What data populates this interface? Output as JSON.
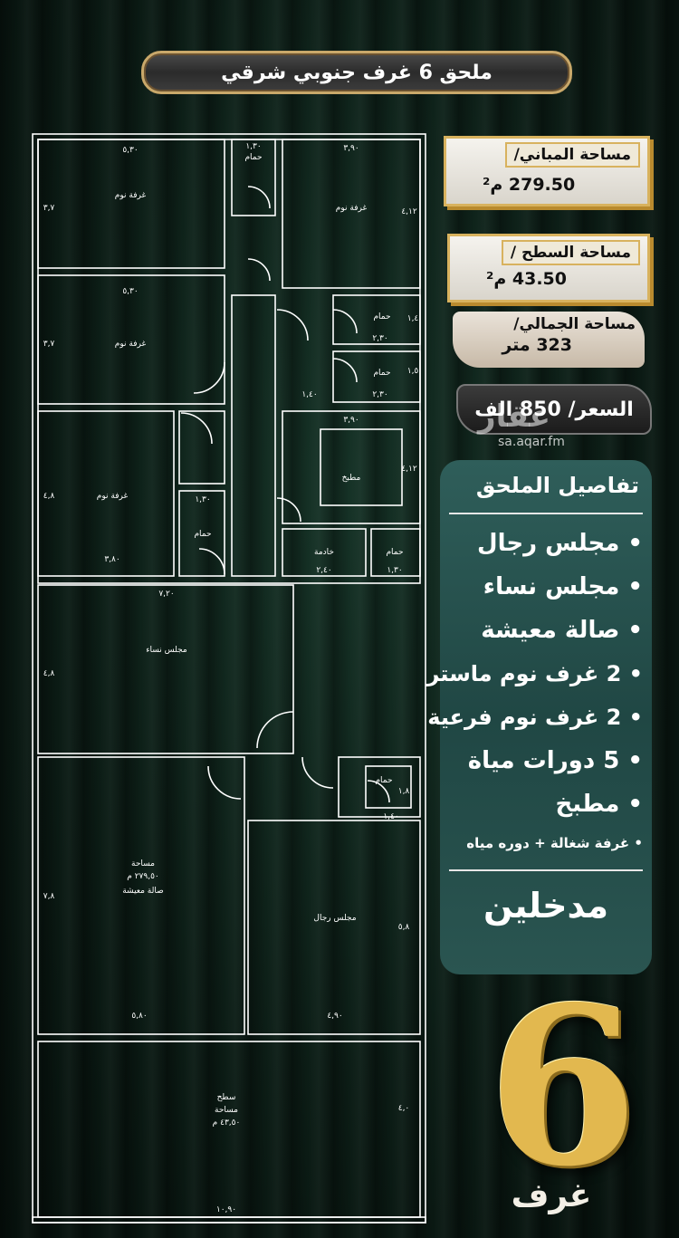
{
  "title": "ملحق 6 غرف جنوبي شرقي",
  "info": {
    "building_area_label": "مساحة المباني/",
    "building_area_value": "279.50 م²",
    "roof_area_label": "مساحة السطح /",
    "roof_area_value": "43.50 م²",
    "total_area_label": "مساحة الجمالي/",
    "total_area_value": "323 متر",
    "price_label": "السعر/ 850 الف"
  },
  "watermark": {
    "logo": "عقار",
    "url": "sa.aqar.fm"
  },
  "details": {
    "heading": "تفاصيل الملحق",
    "items": [
      "• مجلس رجال",
      "• مجلس نساء",
      "• صالة معيشة",
      "• 2 غرف نوم ماستر",
      "• 2 غرف نوم فرعية",
      "• 5 دورات مياة",
      "• مطبخ",
      "• غرفة شغالة + دوره مياه"
    ],
    "entrances": "مدخلين"
  },
  "badge": {
    "number": "6",
    "word": "غرف"
  },
  "plan": {
    "rooms": {
      "bed1": "غرفة نوم",
      "bed2": "غرفة نوم",
      "bed3": "غرفة نوم",
      "bed4": "غرفة نوم",
      "bath1": "حمام",
      "bath2": "حمام",
      "bath3": "حمام",
      "bath4": "حمام",
      "bath5": "حمام",
      "bath6": "حمام",
      "kitchen": "مطبخ",
      "maid": "خادمة",
      "women": "مجلس نساء",
      "men": "مجلس رجال",
      "living_area": "مساحة",
      "living_area_val": "٢٧٩,٥٠ م",
      "living": "صالة معيشة",
      "roof": "سطح",
      "roof_area": "مساحة",
      "roof_area_val": "٤٣,٥٠ م"
    },
    "dims": {
      "d1": "٥,٣٠",
      "d2": "٣,٩٠",
      "d3": "١,٣٠",
      "d4": "٣,٧",
      "d5": "٥,٣٠",
      "d6": "٣,٧",
      "d7": "٣,٩٠",
      "d8": "٢,٣٠",
      "d9": "١,٤٠",
      "d10": "٢,٣٠",
      "d11": "٤,٨",
      "d12": "٣,٨٠",
      "d13": "١,٣٠",
      "d14": "٢,٤٠",
      "d15": "١,٣٠",
      "d16": "٧,٢٠",
      "d17": "٤,٨",
      "d18": "٧,٨",
      "d19": "٥,٨٠",
      "d20": "٤,٩٠",
      "d21": "٥,٨",
      "d22": "١,٤٠",
      "d23": "١٠,٩٠",
      "d24": "٤,٠",
      "d25": "٤,١٢",
      "d26": "٤,١٢",
      "d27": "١,٨",
      "d28": "١,٥",
      "d29": "١,٤"
    }
  }
}
